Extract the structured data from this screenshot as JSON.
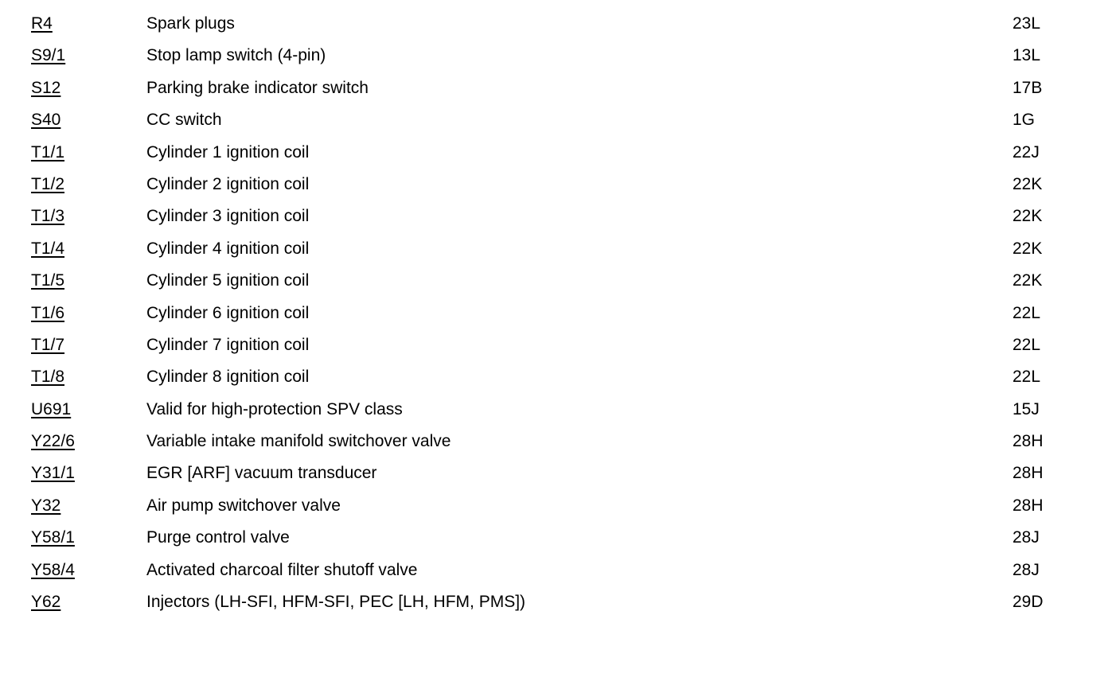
{
  "rows": [
    {
      "code": "R4",
      "description": "Spark plugs",
      "grid": "23L"
    },
    {
      "code": "S9/1",
      "description": "Stop lamp switch (4-pin)",
      "grid": "13L"
    },
    {
      "code": "S12",
      "description": "Parking brake indicator switch",
      "grid": "17B"
    },
    {
      "code": "S40",
      "description": "CC switch",
      "grid": "1G"
    },
    {
      "code": "T1/1",
      "description": "Cylinder 1 ignition coil",
      "grid": "22J"
    },
    {
      "code": "T1/2",
      "description": "Cylinder 2 ignition coil",
      "grid": "22K"
    },
    {
      "code": "T1/3",
      "description": "Cylinder 3 ignition coil",
      "grid": "22K"
    },
    {
      "code": "T1/4",
      "description": "Cylinder 4 ignition coil",
      "grid": "22K"
    },
    {
      "code": "T1/5",
      "description": "Cylinder 5 ignition coil",
      "grid": "22K"
    },
    {
      "code": "T1/6",
      "description": "Cylinder 6 ignition coil",
      "grid": "22L"
    },
    {
      "code": "T1/7",
      "description": "Cylinder 7 ignition coil",
      "grid": "22L"
    },
    {
      "code": "T1/8",
      "description": "Cylinder 8 ignition coil",
      "grid": "22L"
    },
    {
      "code": "U691",
      "description": "Valid for high-protection SPV class",
      "grid": "15J"
    },
    {
      "code": "Y22/6",
      "description": "Variable intake manifold switchover valve",
      "grid": "28H"
    },
    {
      "code": "Y31/1",
      "description": "EGR [ARF] vacuum transducer",
      "grid": "28H"
    },
    {
      "code": "Y32",
      "description": "Air pump switchover valve",
      "grid": "28H"
    },
    {
      "code": "Y58/1",
      "description": "Purge control valve",
      "grid": "28J"
    },
    {
      "code": "Y58/4",
      "description": "Activated charcoal filter shutoff valve",
      "grid": "28J"
    },
    {
      "code": "Y62",
      "description": "Injectors (LH-SFI, HFM-SFI, PEC [LH, HFM, PMS])",
      "grid": "29D"
    }
  ]
}
